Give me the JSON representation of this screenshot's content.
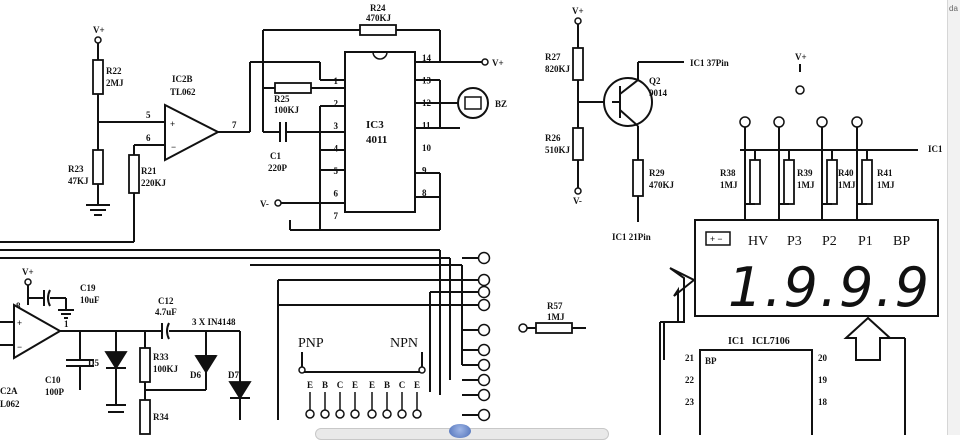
{
  "labels": {
    "v_plus": "V+",
    "v_minus": "V-",
    "r22_name": "R22",
    "r22_val": "2MJ",
    "r23_name": "R23",
    "r23_val": "47KJ",
    "r21_name": "R21",
    "r21_val": "220KJ",
    "ic2b_name": "IC2B",
    "ic2b_part": "TL062",
    "r24_name": "R24",
    "r24_val": "470KJ",
    "r25_name": "R25",
    "r25_val": "100KJ",
    "c1_name": "C1",
    "c1_val": "220P",
    "ic3_name": "IC3",
    "ic3_part": "4011",
    "bz": "BZ",
    "r27_name": "R27",
    "r27_val": "820KJ",
    "r26_name": "R26",
    "r26_val": "510KJ",
    "q2_name": "Q2",
    "q2_part": "9014",
    "ic1_37": "IC1 37Pin",
    "r29_name": "R29",
    "r29_val": "470KJ",
    "ic1_21": "IC1 21Pin",
    "r38_name": "R38",
    "r38_val": "1MJ",
    "r39_name": "R39",
    "r39_val": "1MJ",
    "r40_name": "R40",
    "r40_val": "1MJ",
    "r41_name": "R41",
    "r41_val": "1MJ",
    "ic1_edge": "IC1",
    "lcd_hv": "HV",
    "lcd_p3": "P3",
    "lcd_p2": "P2",
    "lcd_p1": "P1",
    "lcd_bp": "BP",
    "lcd_reading": "1.9.9.9",
    "ic1_name": "IC1",
    "ic1_part": "ICL7106",
    "ic1_bp": "BP",
    "c19_name": "C19",
    "c19_val": "10uF",
    "c12_name": "C12",
    "c12_val": "4.7uF",
    "diodes": "3 X IN4148",
    "d5": "D5",
    "d6": "D6",
    "d7": "D7",
    "r33_name": "R33",
    "r33_val": "100KJ",
    "r34_name": "R34",
    "c10_name": "C10",
    "c10_val": "100P",
    "ic2a_name": "C2A",
    "ic2a_part": "L062",
    "pnp": "PNP",
    "npn": "NPN",
    "r57_name": "R57",
    "r57_val": "1MJ",
    "right_edge_text": "da"
  },
  "pins": {
    "ic2b_plus": "5",
    "ic2b_minus": "6",
    "ic2b_out": "7",
    "ic3_left": [
      "1",
      "2",
      "3",
      "4",
      "5",
      "6",
      "7"
    ],
    "ic3_right": [
      "14",
      "13",
      "12",
      "11",
      "10",
      "9",
      "8"
    ],
    "ic1_left": [
      "21",
      "22",
      "23"
    ],
    "ic1_right": [
      "20",
      "19",
      "18"
    ],
    "ic2a_top": "8",
    "ic2a_out": "1"
  },
  "socket": {
    "pnp_pins": [
      "E",
      "B",
      "C",
      "E"
    ],
    "npn_pins": [
      "E",
      "B",
      "C",
      "E"
    ]
  }
}
